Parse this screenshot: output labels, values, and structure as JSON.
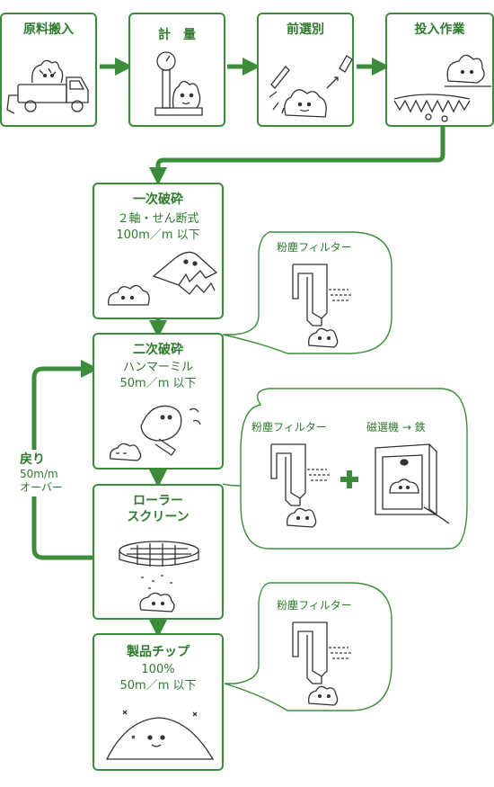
{
  "steps": {
    "s1": {
      "title": "原料搬入"
    },
    "s2": {
      "title": "計　量"
    },
    "s3": {
      "title": "前選別"
    },
    "s4": {
      "title": "投入作業"
    },
    "s5": {
      "title": "一次破砕",
      "line1": "２軸・せん断式",
      "line2": "100m／m 以下"
    },
    "s6": {
      "title": "二次破砕",
      "line1": "ハンマーミル",
      "line2": "50m／m 以下"
    },
    "s7": {
      "title": "ローラー",
      "title2": "スクリーン"
    },
    "s8": {
      "title": "製品チップ",
      "line1": "100%",
      "line2": "50m／m 以下"
    }
  },
  "bubbles": {
    "b1": {
      "label": "粉塵フィルター"
    },
    "b2": {
      "label": "粉塵フィルター",
      "label2": "磁選機 → 鉄"
    },
    "b3": {
      "label": "粉塵フィルター"
    }
  },
  "return": {
    "title": "戻り",
    "line1": "50m/m",
    "line2": "オーバー"
  },
  "colors": {
    "accent": "#3c8c3c",
    "text": "#2d7a2d"
  }
}
